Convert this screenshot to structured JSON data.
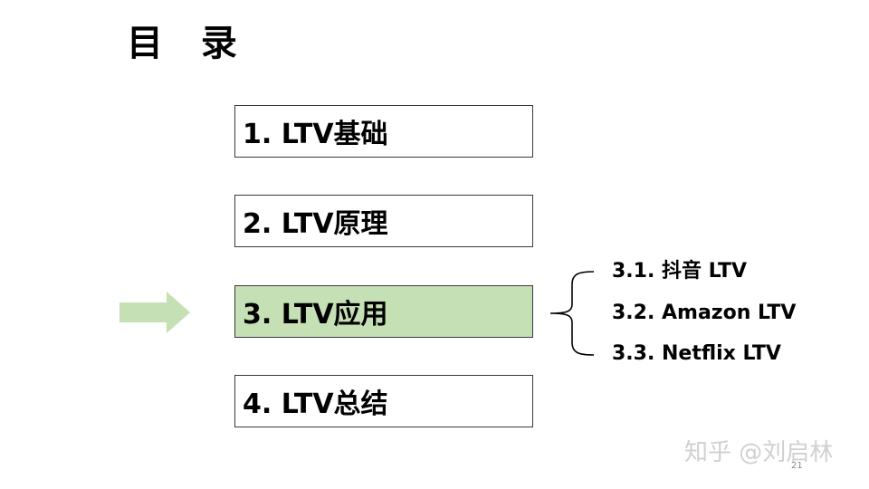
{
  "title": "目 录",
  "toc": [
    {
      "label": "1. LTV基础",
      "active": false
    },
    {
      "label": "2. LTV原理",
      "active": false
    },
    {
      "label": "3. LTV应用",
      "active": true
    },
    {
      "label": "4. LTV总结",
      "active": false
    }
  ],
  "subitems": [
    "3.1. 抖音 LTV",
    "3.2. Amazon LTV",
    "3.3. Netflix LTV"
  ],
  "watermark": "知乎 @刘启林",
  "page_number": "21",
  "colors": {
    "active_fill": "#c5e0b4",
    "arrow": "#c5e0b4",
    "box_border": "#3a3a3a",
    "brace": "#000000"
  },
  "icons": {
    "indicator": "right-arrow-icon",
    "grouping": "curly-brace-icon"
  }
}
